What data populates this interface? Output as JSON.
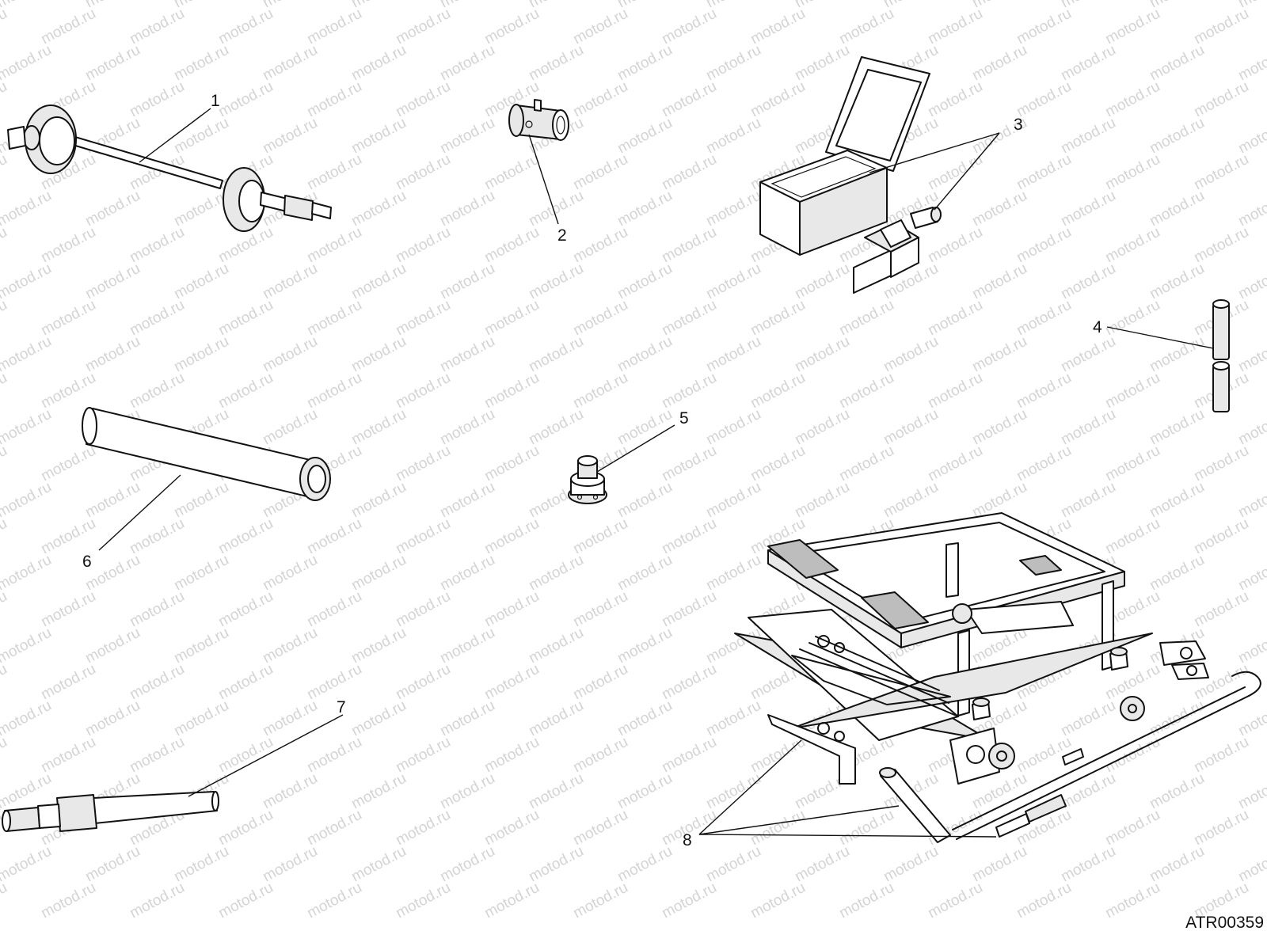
{
  "watermark": {
    "text": "motod.ru"
  },
  "diagram_code": "ATR00359",
  "callouts": [
    "1",
    "2",
    "3",
    "4",
    "5",
    "6",
    "7",
    "8"
  ]
}
